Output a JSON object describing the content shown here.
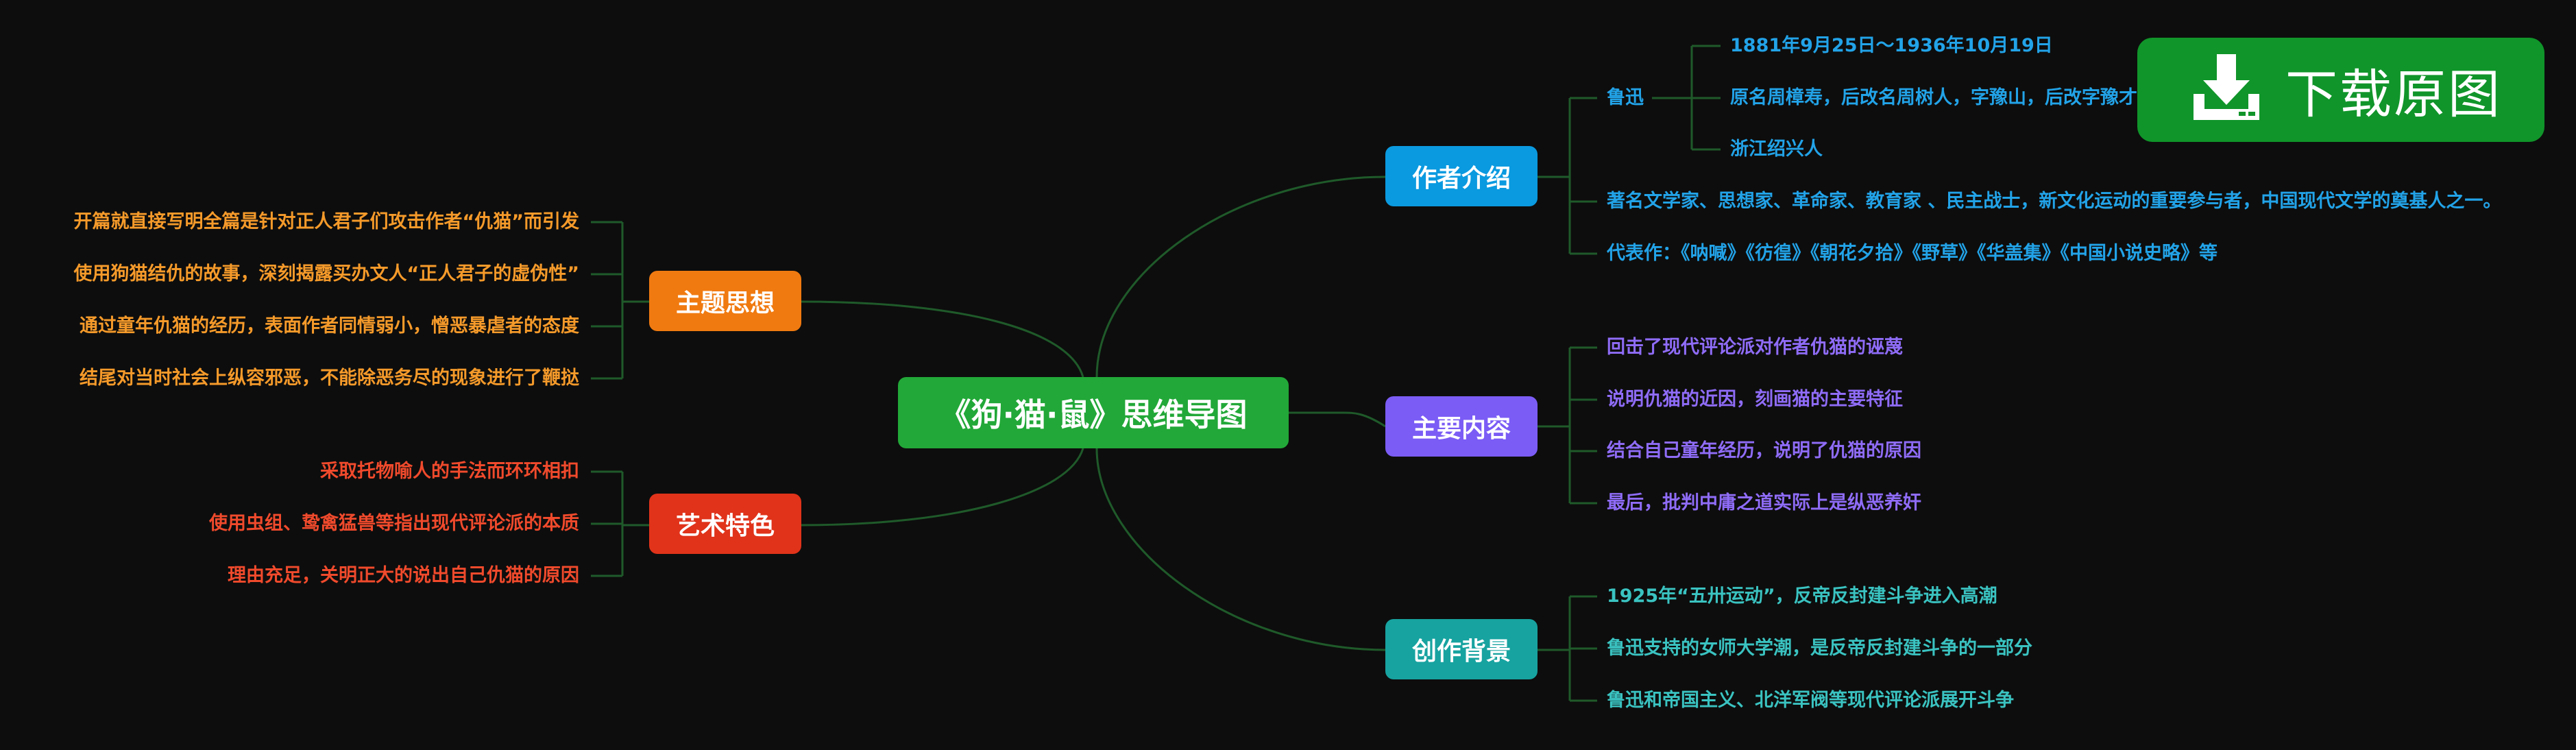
{
  "colors": {
    "background": "#0d0d0d",
    "line": "#1f5a2a",
    "root": "#22a838",
    "author": "#0a9ae0",
    "content": "#7b5cf5",
    "background_branch": "#17a3a0",
    "theme": "#f07a10",
    "art": "#e0331a",
    "leaf_author": "#22a3e8",
    "leaf_content": "#8f6cf7",
    "leaf_background": "#3ac3c1",
    "leaf_theme": "#f59a2a",
    "leaf_art": "#f04a2c",
    "download": "#10952a"
  },
  "root": {
    "label": "《狗·猫·鼠》思维导图"
  },
  "branches": {
    "author": {
      "label": "作者介绍",
      "luxun": "鲁迅",
      "luxun_items": [
        "1881年9月25日～1936年10月19日",
        "原名周樟寿，后改名周树人，字豫山，后改字豫才",
        "浙江绍兴人"
      ],
      "items": [
        "著名文学家、思想家、革命家、教育家 、民主战士，新文化运动的重要参与者，中国现代文学的奠基人之一。",
        "代表作：《呐喊》《彷徨》《朝花夕拾》《野草》《华盖集》《中国小说史略》等"
      ]
    },
    "content": {
      "label": "主要内容",
      "items": [
        "回击了现代评论派对作者仇猫的诬蔑",
        "说明仇猫的近因，刻画猫的主要特征",
        "结合自己童年经历，说明了仇猫的原因",
        "最后，批判中庸之道实际上是纵恶养奸"
      ]
    },
    "background": {
      "label": "创作背景",
      "items": [
        "1925年“五卅运动”，反帝反封建斗争进入高潮",
        "鲁迅支持的女师大学潮，是反帝反封建斗争的一部分",
        "鲁迅和帝国主义、北洋军阀等现代评论派展开斗争"
      ]
    },
    "theme": {
      "label": "主题思想",
      "items": [
        "开篇就直接写明全篇是针对正人君子们攻击作者“仇猫”而引发",
        "使用狗猫结仇的故事，深刻揭露买办文人“正人君子的虚伪性”",
        "通过童年仇猫的经历，表面作者同情弱小，憎恶暴虐者的态度",
        "结尾对当时社会上纵容邪恶，不能除恶务尽的现象进行了鞭挞"
      ]
    },
    "art": {
      "label": "艺术特色",
      "items": [
        "采取托物喻人的手法而环环相扣",
        "使用虫组、鸷禽猛兽等指出现代评论派的本质",
        "理由充足，关明正大的说出自己仇猫的原因"
      ]
    }
  },
  "download": {
    "label": "下载原图",
    "icon": "download-icon"
  }
}
